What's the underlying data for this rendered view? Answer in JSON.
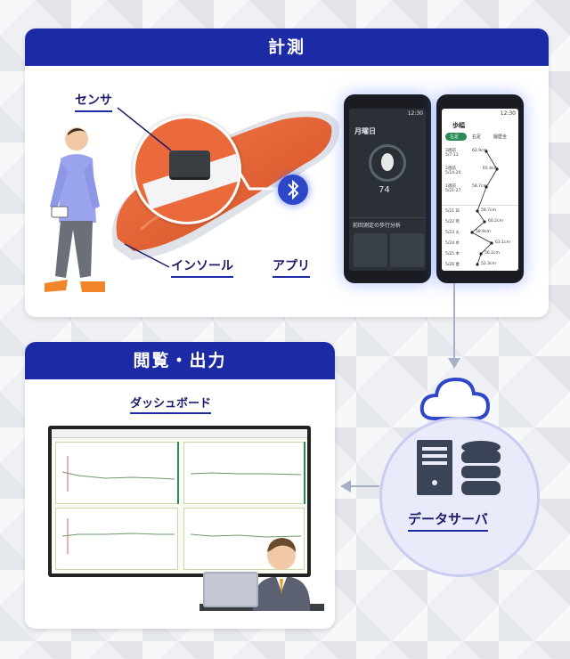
{
  "panels": {
    "measure_title": "計測",
    "view_title": "閲覧・出力"
  },
  "labels": {
    "sensor": "センサ",
    "insole": "インソール",
    "app": "アプリ",
    "dashboard": "ダッシュボード",
    "data_server": "データサーバ"
  },
  "phone_left": {
    "time": "12:30",
    "day": "月曜日",
    "center_value": "74",
    "section_title": "前回測定の歩行分析"
  },
  "phone_right": {
    "time": "12:30",
    "title": "歩幅",
    "tabs": [
      "左足",
      "右足",
      "履歴全"
    ],
    "date_rows": [
      {
        "label": "3週前",
        "range": "5/7-13",
        "value": "62.9cm"
      },
      {
        "label": "2週前",
        "range": "5/14-20",
        "value": "65.4cm"
      },
      {
        "label": "1週前",
        "range": "5/21-27",
        "value": "58.7cm"
      }
    ],
    "day_rows": [
      {
        "day": "5/21 日",
        "value": "58.7cm"
      },
      {
        "day": "5/22 月",
        "value": "60.2cm"
      },
      {
        "day": "5/23 火",
        "value": "58.9cm"
      },
      {
        "day": "5/24 水",
        "value": "63.1cm"
      },
      {
        "day": "5/25 木",
        "value": "56.2cm"
      },
      {
        "day": "5/26 金",
        "value": "52.3cm"
      }
    ]
  },
  "colors": {
    "header_blue": "#1d2aa6",
    "label_navy": "#1c1c6a",
    "insole_orange": "#e8643a",
    "cloud_blue": "#2e47c8",
    "arrow_gray": "#a8b0c8"
  },
  "icons": [
    "person-walking-icon",
    "bluetooth-icon",
    "cloud-icon",
    "server-icon",
    "database-icon",
    "arrow-right-icon",
    "arrow-down-icon",
    "arrow-left-icon",
    "businessman-icon"
  ]
}
